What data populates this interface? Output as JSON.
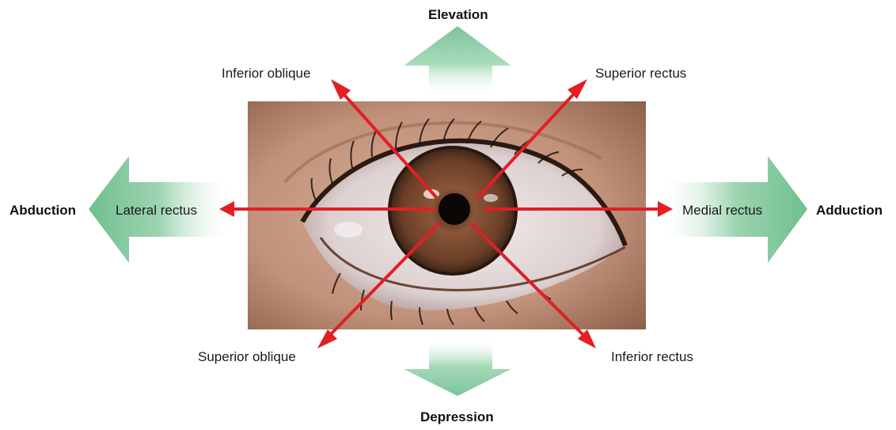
{
  "directions": {
    "elevation": "Elevation",
    "depression": "Depression",
    "abduction": "Abduction",
    "adduction": "Adduction"
  },
  "muscles": {
    "inferior_oblique": "Inferior oblique",
    "superior_rectus": "Superior rectus",
    "lateral_rectus": "Lateral rectus",
    "medial_rectus": "Medial rectus",
    "superior_oblique": "Superior oblique",
    "inferior_rectus": "Inferior rectus"
  },
  "colors": {
    "arrow_red": "#e31e24",
    "big_arrow_green": "#7cc49a",
    "skin": "#c79a7e",
    "iris": "#7a4a2e",
    "pupil": "#0c0606"
  }
}
